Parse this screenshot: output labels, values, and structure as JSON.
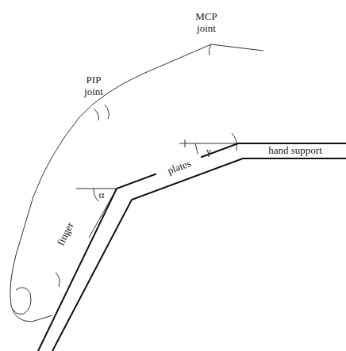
{
  "diagram": {
    "labels": [
      "MCP joint",
      "PIP joint",
      "hand support",
      "plates",
      "finger",
      "γ",
      "α"
    ]
  }
}
